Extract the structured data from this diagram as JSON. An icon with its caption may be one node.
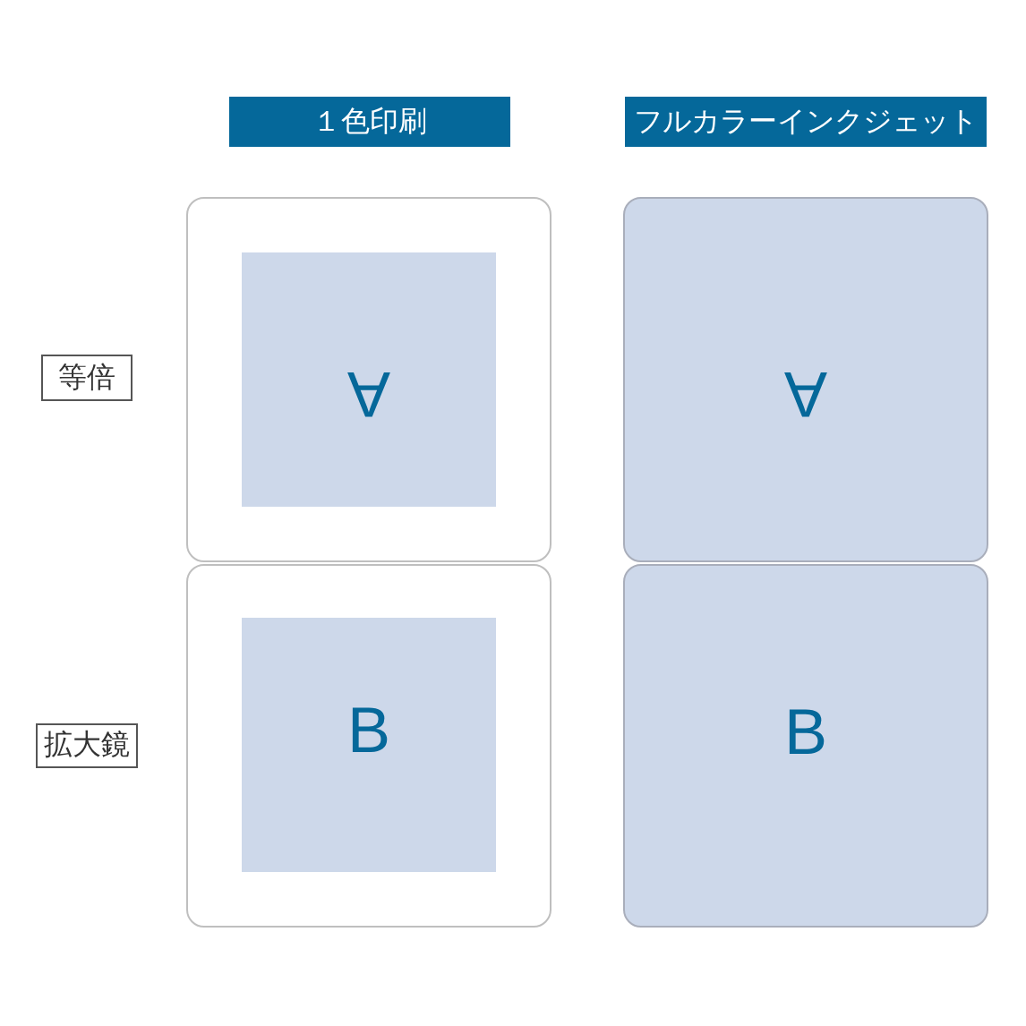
{
  "diagram": {
    "nodes": [
      {
        "text": [
          "１色印刷"
        ]
      },
      {
        "text": [
          "フルカラーインクジェット"
        ]
      },
      {
        "text": [
          "等倍"
        ]
      },
      {
        "text": [],
        "shape": "box"
      },
      {
        "text": [
          "A"
        ],
        "in": 3
      },
      {
        "text": [
          "A"
        ]
      },
      {
        "text": [
          "拡大鏡"
        ]
      },
      {
        "text": [],
        "shape": "box"
      },
      {
        "text": [
          "B"
        ],
        "in": 7
      },
      {
        "text": [
          "B"
        ]
      }
    ]
  }
}
